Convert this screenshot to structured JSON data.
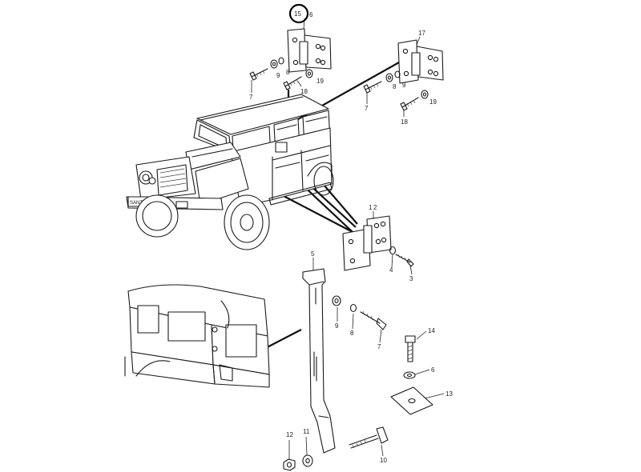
{
  "callouts": {
    "c15": "15",
    "c16": "6",
    "c17": "17",
    "c9a": "9",
    "c8a": "8",
    "c19a": "19",
    "c18a": "18",
    "c7a": "7",
    "c9b": "9",
    "c8b": "8",
    "c19b": "19",
    "c7b": "7",
    "c18b": "18",
    "c1": "1",
    "c2": "2",
    "c4": "4",
    "c3": "3",
    "c5": "5",
    "c9c": "9",
    "c8c": "8",
    "c7c": "7",
    "c14": "14",
    "c6": "6",
    "c13": "13",
    "c12": "12",
    "c11": "11",
    "c10": "10"
  },
  "vehicle_plate": "SANTANA",
  "highlight_color": "#000000",
  "line_color": "#1a1a1a"
}
